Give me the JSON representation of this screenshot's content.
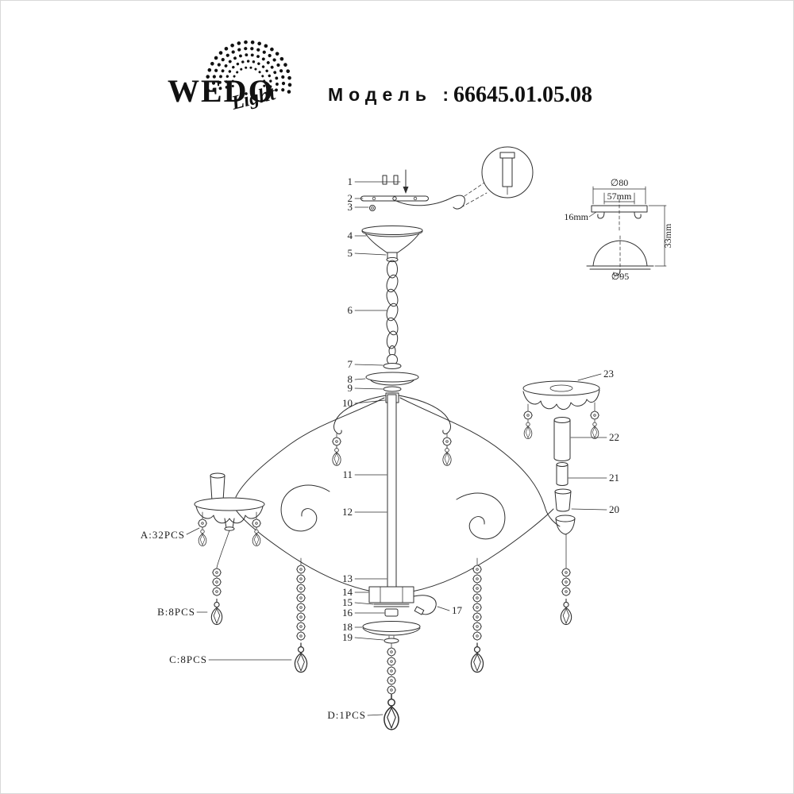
{
  "header": {
    "brand": "WEDO",
    "script": "Light",
    "model_label": "Модель :",
    "model_number": "66645.01.05.08"
  },
  "callouts": {
    "n1": "1",
    "n2": "2",
    "n3": "3",
    "n4": "4",
    "n5": "5",
    "n6": "6",
    "n7": "7",
    "n8": "8",
    "n9": "9",
    "n10": "10",
    "n11": "11",
    "n12": "12",
    "n13": "13",
    "n14": "14",
    "n15": "15",
    "n16": "16",
    "n17": "17",
    "n18": "18",
    "n19": "19",
    "n20": "20",
    "n21": "21",
    "n22": "22",
    "n23": "23"
  },
  "parts": {
    "a": "A:32PCS",
    "b": "B:8PCS",
    "c": "C:8PCS",
    "d": "D:1PCS"
  },
  "dimensions": {
    "top_width": "∅80",
    "bracket_width": "57mm",
    "plate_thickness": "16mm",
    "canopy_diameter": "∅95",
    "canopy_height": "33mm"
  },
  "colors": {
    "ink": "#2f2f2f",
    "background": "#ffffff"
  }
}
